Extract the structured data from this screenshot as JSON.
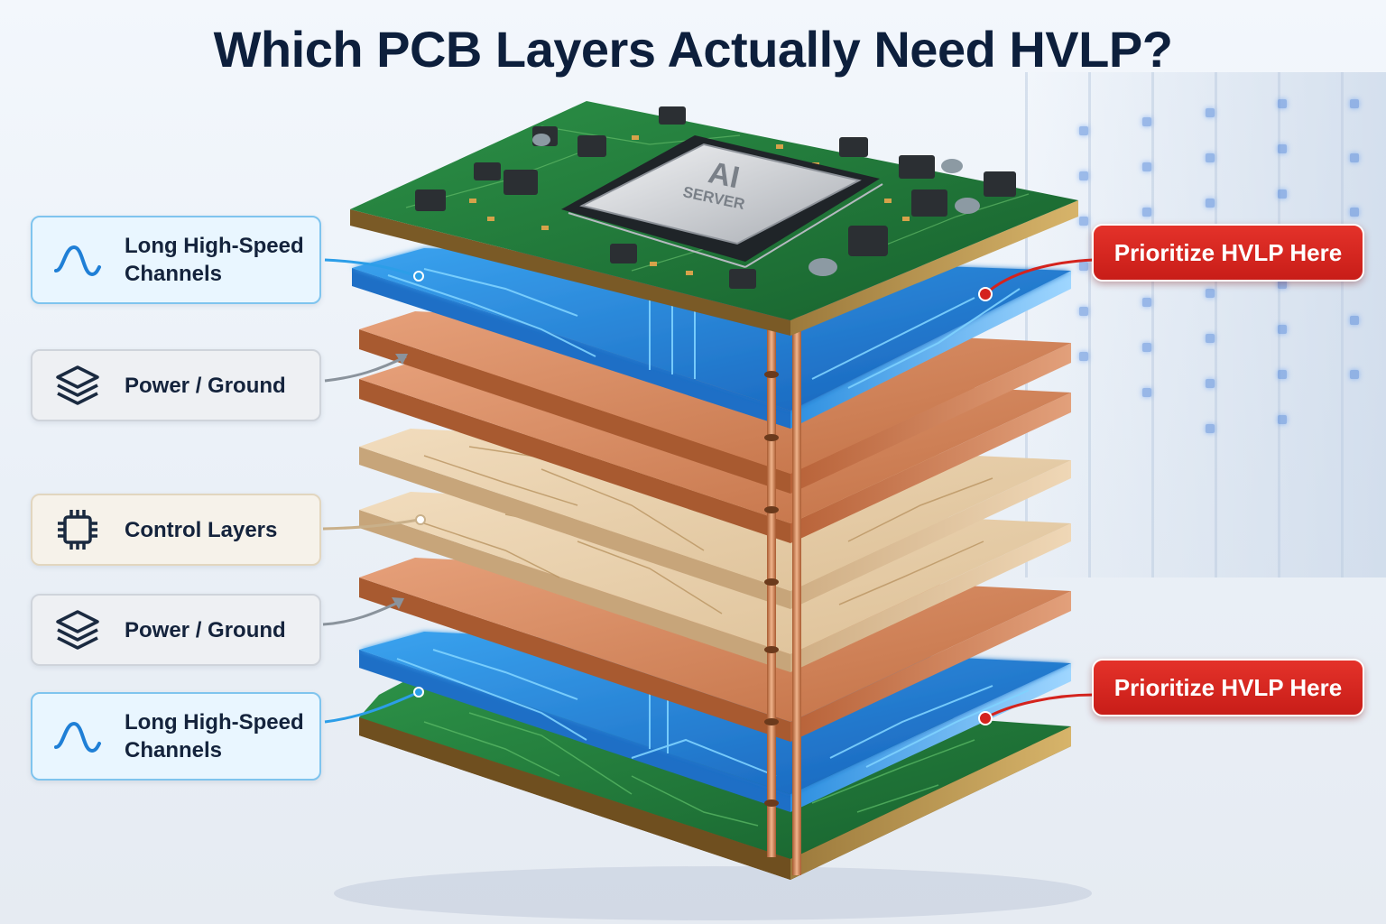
{
  "title": "Which PCB Layers Actually Need HVLP?",
  "chip_label_line1": "AI",
  "chip_label_line2": "SERVER",
  "left_labels": [
    {
      "text_line1": "Long High-Speed",
      "text_line2": "Channels",
      "icon": "signal-wave-icon",
      "style": "blue"
    },
    {
      "text_line1": "Power / Ground",
      "icon": "layers-stack-icon",
      "style": "gray"
    },
    {
      "text_line1": "Control Layers",
      "icon": "chip-icon",
      "style": "beige"
    },
    {
      "text_line1": "Power / Ground",
      "icon": "layers-stack-icon",
      "style": "gray"
    },
    {
      "text_line1": "Long High-Speed",
      "text_line2": "Channels",
      "icon": "signal-wave-icon",
      "style": "blue"
    }
  ],
  "right_callouts": [
    {
      "text": "Prioritize HVLP Here"
    },
    {
      "text": "Prioritize HVLP Here"
    }
  ],
  "colors": {
    "title": "#0d1f3c",
    "callout_red": "#d4231d",
    "high_speed_blue": "#1f7fd6",
    "copper": "#c8784a",
    "control_beige": "#e3c9a0",
    "pcb_green": "#1f7a3a"
  }
}
